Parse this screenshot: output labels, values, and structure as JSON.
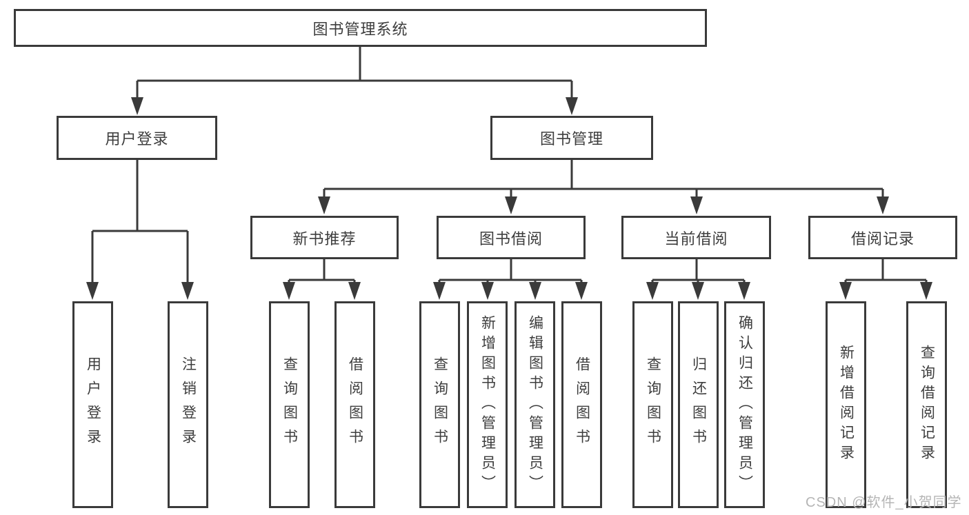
{
  "nodes": {
    "root": "图书管理系统",
    "l2": [
      "用户登录",
      "图书管理"
    ],
    "l3": [
      "新书推荐",
      "图书借阅",
      "当前借阅",
      "借阅记录"
    ],
    "l4": [
      "用户登录",
      "注销登录",
      "查询图书",
      "借阅图书",
      "查询图书",
      "新增图书（管理员）",
      "编辑图书（管理员）",
      "借阅图书",
      "查询图书",
      "归还图书",
      "确认归还（管理员）",
      "新增借阅记录",
      "查询借阅记录"
    ]
  },
  "watermark": "CSDN @软件_小贺同学",
  "colors": {
    "line": "#3a3a3a",
    "text": "#3d3d3d",
    "box_background": "#ffffff",
    "watermark": "#b5b5b5"
  }
}
